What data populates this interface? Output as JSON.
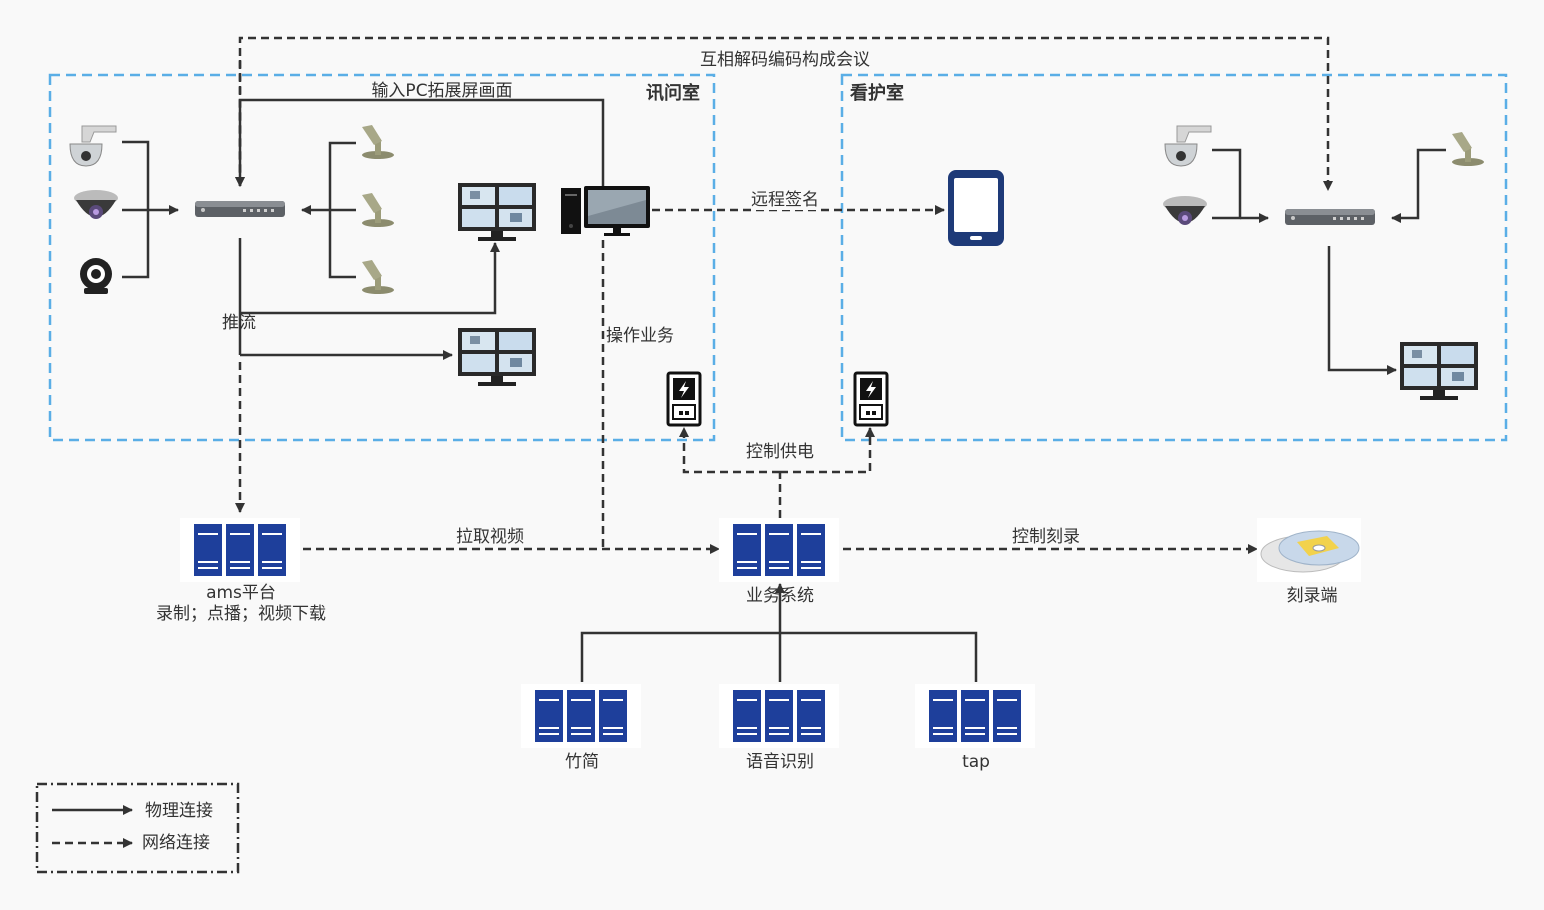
{
  "rooms": {
    "interrogation": "讯问室",
    "care": "看护室"
  },
  "edges": {
    "mutual_decode": "互相解码编码构成会议",
    "pc_extend": "输入PC拓展屏画面",
    "remote_sign": "远程签名",
    "push_stream": "推流",
    "operate_business": "操作业务",
    "control_power": "控制供电",
    "pull_video": "拉取视频",
    "control_burn": "控制刻录"
  },
  "nodes": {
    "ams_name": "ams平台",
    "ams_desc": "录制；点播；视频下载",
    "business_system": "业务系统",
    "burner": "刻录端",
    "zhutong": "竹简",
    "speech_recognition": "语音识别",
    "tap": "tap"
  },
  "legend": {
    "physical": "物理连接",
    "network": "网络连接"
  },
  "colors": {
    "room_border": "#5aaee6",
    "server": "#1e3f9b",
    "line": "#333333"
  }
}
